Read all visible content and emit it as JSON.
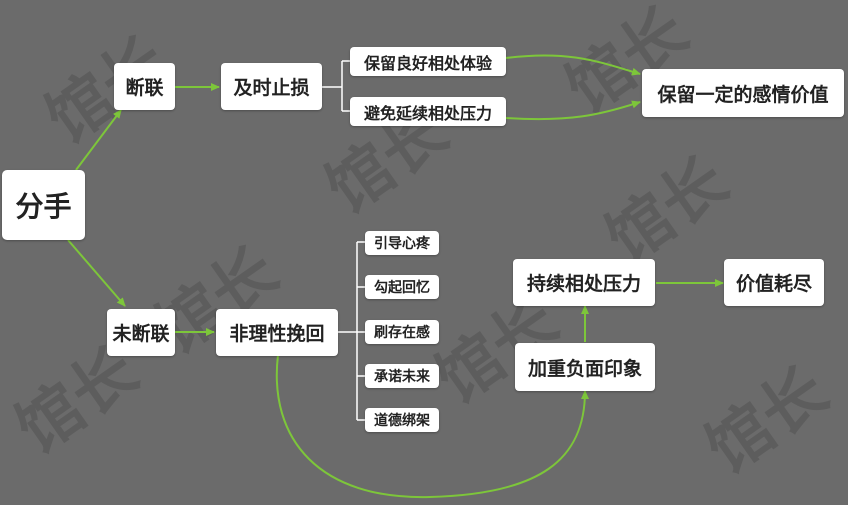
{
  "colors": {
    "background": "#6b6b6b",
    "connector": "#7dc63a",
    "node_fill": "#ffffff"
  },
  "watermark": {
    "text": "馆长"
  },
  "nodes": {
    "root": "分手",
    "break": "断联",
    "stop_loss": "及时止损",
    "keep_good": "保留良好相处体验",
    "avoid_pressure": "避免延续相处压力",
    "keep_value": "保留一定的感情价值",
    "no_break": "未断联",
    "irrational": "非理性挽回",
    "tactics": [
      "引导心疼",
      "勾起回忆",
      "刷存在感",
      "承诺未来",
      "道德绑架"
    ],
    "negative": "加重负面印象",
    "continued_pressure": "持续相处压力",
    "exhausted": "价值耗尽"
  }
}
